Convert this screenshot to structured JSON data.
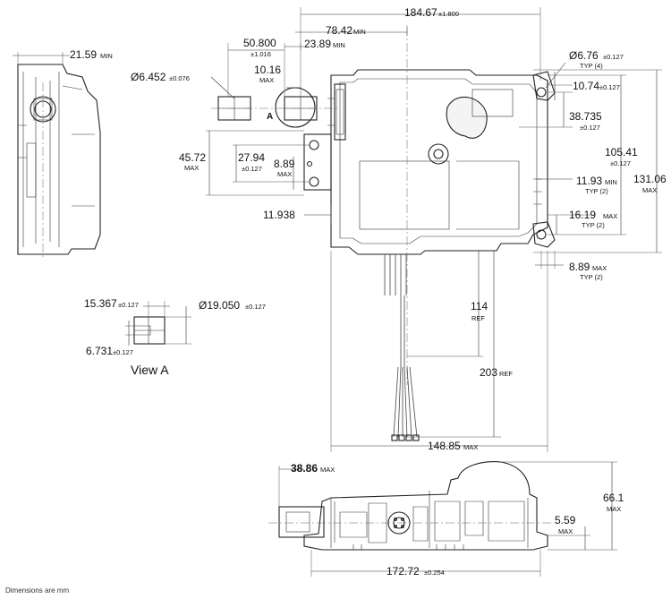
{
  "dimensions": {
    "d_184_67": {
      "value": "184.67",
      "tol": "±1.800"
    },
    "d_78_42": {
      "value": "78.42",
      "qual": "MIN"
    },
    "d_50_800": {
      "value": "50.800",
      "tol": "±1.016"
    },
    "d_23_89": {
      "value": "23.89",
      "qual": "MIN"
    },
    "d_21_59": {
      "value": "21.59",
      "qual": "MIN"
    },
    "d_6_452": {
      "value": "Ø6.452",
      "tol": "±0.076"
    },
    "d_10_16": {
      "value": "10.16",
      "qual": "MAX"
    },
    "d_6_76": {
      "value": "Ø6.76",
      "tol": "±0.127",
      "note": "TYP (4)"
    },
    "d_10_74": {
      "value": "10.74",
      "tol": "±0.127"
    },
    "d_38_735": {
      "value": "38.735",
      "tol": "±0.127"
    },
    "d_105_41": {
      "value": "105.41",
      "tol": "±0.127"
    },
    "d_131_06": {
      "value": "131.06",
      "qual": "MAX"
    },
    "d_45_72": {
      "value": "45.72",
      "qual": "MAX"
    },
    "d_27_94": {
      "value": "27.94",
      "tol": "±0.127"
    },
    "d_8_89a": {
      "value": "8.89",
      "qual": "MAX"
    },
    "d_11_93": {
      "value": "11.93",
      "qual": "MIN",
      "note": "TYP (2)"
    },
    "d_16_19": {
      "value": "16.19",
      "qual": "MAX",
      "note": "TYP (2)"
    },
    "d_11_938": {
      "value": "11.938"
    },
    "d_8_89b": {
      "value": "8.89",
      "qual": "MAX",
      "note": "TYP (2)"
    },
    "d_15_367": {
      "value": "15.367",
      "tol": "±0.127"
    },
    "d_19_050": {
      "value": "Ø19.050",
      "tol": "±0.127"
    },
    "d_6_731": {
      "value": "6.731",
      "tol": "±0.127"
    },
    "d_114": {
      "value": "114",
      "qual": "REF"
    },
    "d_203": {
      "value": "203",
      "qual": "REF"
    },
    "d_148_85": {
      "value": "148.85",
      "qual": "MAX"
    },
    "d_38_86": {
      "value": "38.86",
      "qual": "MAX"
    },
    "d_66_1": {
      "value": "66.1",
      "qual": "MAX"
    },
    "d_5_59": {
      "value": "5.59",
      "qual": "MAX"
    },
    "d_172_72": {
      "value": "172.72",
      "tol": "±0.254"
    }
  },
  "labels": {
    "section_marker": "A",
    "view_a": "View A",
    "units_note": "Dimensions are mm"
  }
}
